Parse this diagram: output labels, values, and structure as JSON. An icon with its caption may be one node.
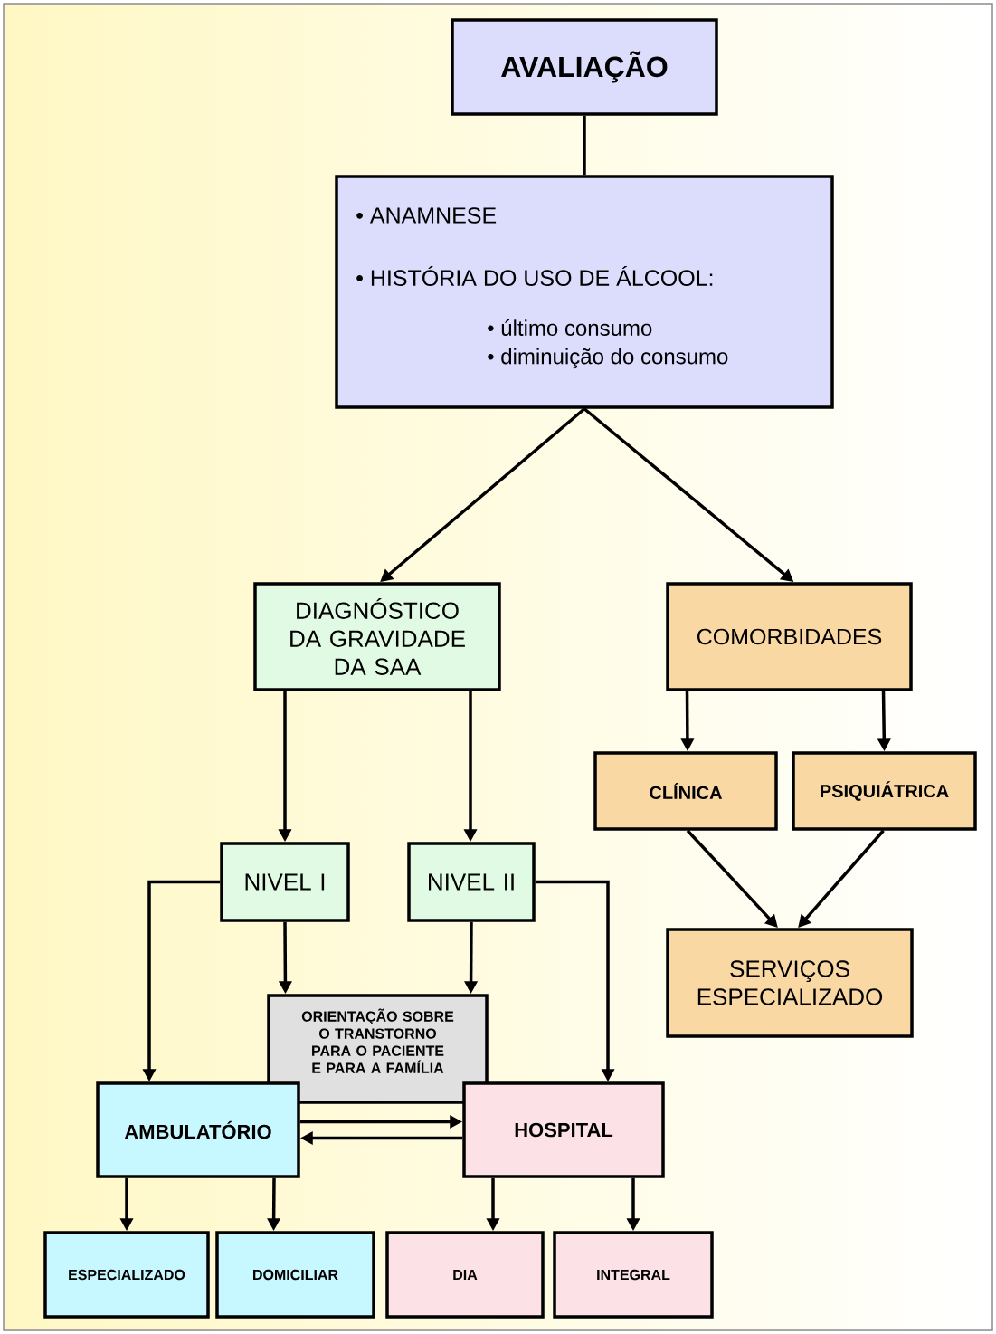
{
  "diagram": {
    "nodes": [
      {
        "text": [
          "AVALIAÇÃO"
        ]
      },
      {
        "text": [
          "• ANAMNESE",
          "• HISTÓRIA DO USO DE ÁLCOOL:",
          "• último consumo",
          "• diminuição do consumo"
        ]
      },
      {
        "text": [
          "DIAGNÓSTICO DA GRAVIDADE DA SAA"
        ]
      },
      {
        "text": [
          "COMORBIDADES"
        ]
      },
      {
        "text": [
          "CLÍNICA"
        ]
      },
      {
        "text": [
          "PSIQUIÁTRICA"
        ]
      },
      {
        "text": [
          "SERVIÇOS ESPECIALIZADO"
        ]
      },
      {
        "text": [
          "NIVEL I"
        ]
      },
      {
        "text": [
          "NIVEL II"
        ]
      },
      {
        "text": [
          "ORIENTAÇÃO SOBRE O TRANSTORNO PARA O PACIENTE E PARA A FAMÍLIA"
        ]
      },
      {
        "text": [
          "AMBULATÓRIO"
        ]
      },
      {
        "text": [
          "HOSPITAL"
        ]
      },
      {
        "text": [
          "ESPECIALIZADO"
        ]
      },
      {
        "text": [
          "DOMICILIAR"
        ]
      },
      {
        "text": [
          "DIA"
        ]
      },
      {
        "text": [
          "INTEGRAL"
        ]
      }
    ],
    "edges": [
      {
        "from": 0,
        "to": 1,
        "arrow": "none"
      },
      {
        "from": 1,
        "to": 2,
        "arrow": "to"
      },
      {
        "from": 1,
        "to": 3,
        "arrow": "to"
      },
      {
        "from": 3,
        "to": 4,
        "arrow": "to"
      },
      {
        "from": 3,
        "to": 5,
        "arrow": "to"
      },
      {
        "from": 4,
        "to": 6,
        "arrow": "to"
      },
      {
        "from": 5,
        "to": 6,
        "arrow": "to"
      },
      {
        "from": 2,
        "to": 7,
        "arrow": "to"
      },
      {
        "from": 2,
        "to": 8,
        "arrow": "to"
      },
      {
        "from": 7,
        "to": 10,
        "arrow": "to"
      },
      {
        "from": 7,
        "to": 9,
        "arrow": "to"
      },
      {
        "from": 8,
        "to": 9,
        "arrow": "to"
      },
      {
        "from": 8,
        "to": 11,
        "arrow": "to"
      },
      {
        "from": 10,
        "to": 11,
        "arrow": "to"
      },
      {
        "from": 11,
        "to": 10,
        "arrow": "to"
      },
      {
        "from": 10,
        "to": 12,
        "arrow": "to"
      },
      {
        "from": 10,
        "to": 13,
        "arrow": "to"
      },
      {
        "from": 11,
        "to": 14,
        "arrow": "to"
      },
      {
        "from": 11,
        "to": 15,
        "arrow": "to"
      }
    ]
  }
}
